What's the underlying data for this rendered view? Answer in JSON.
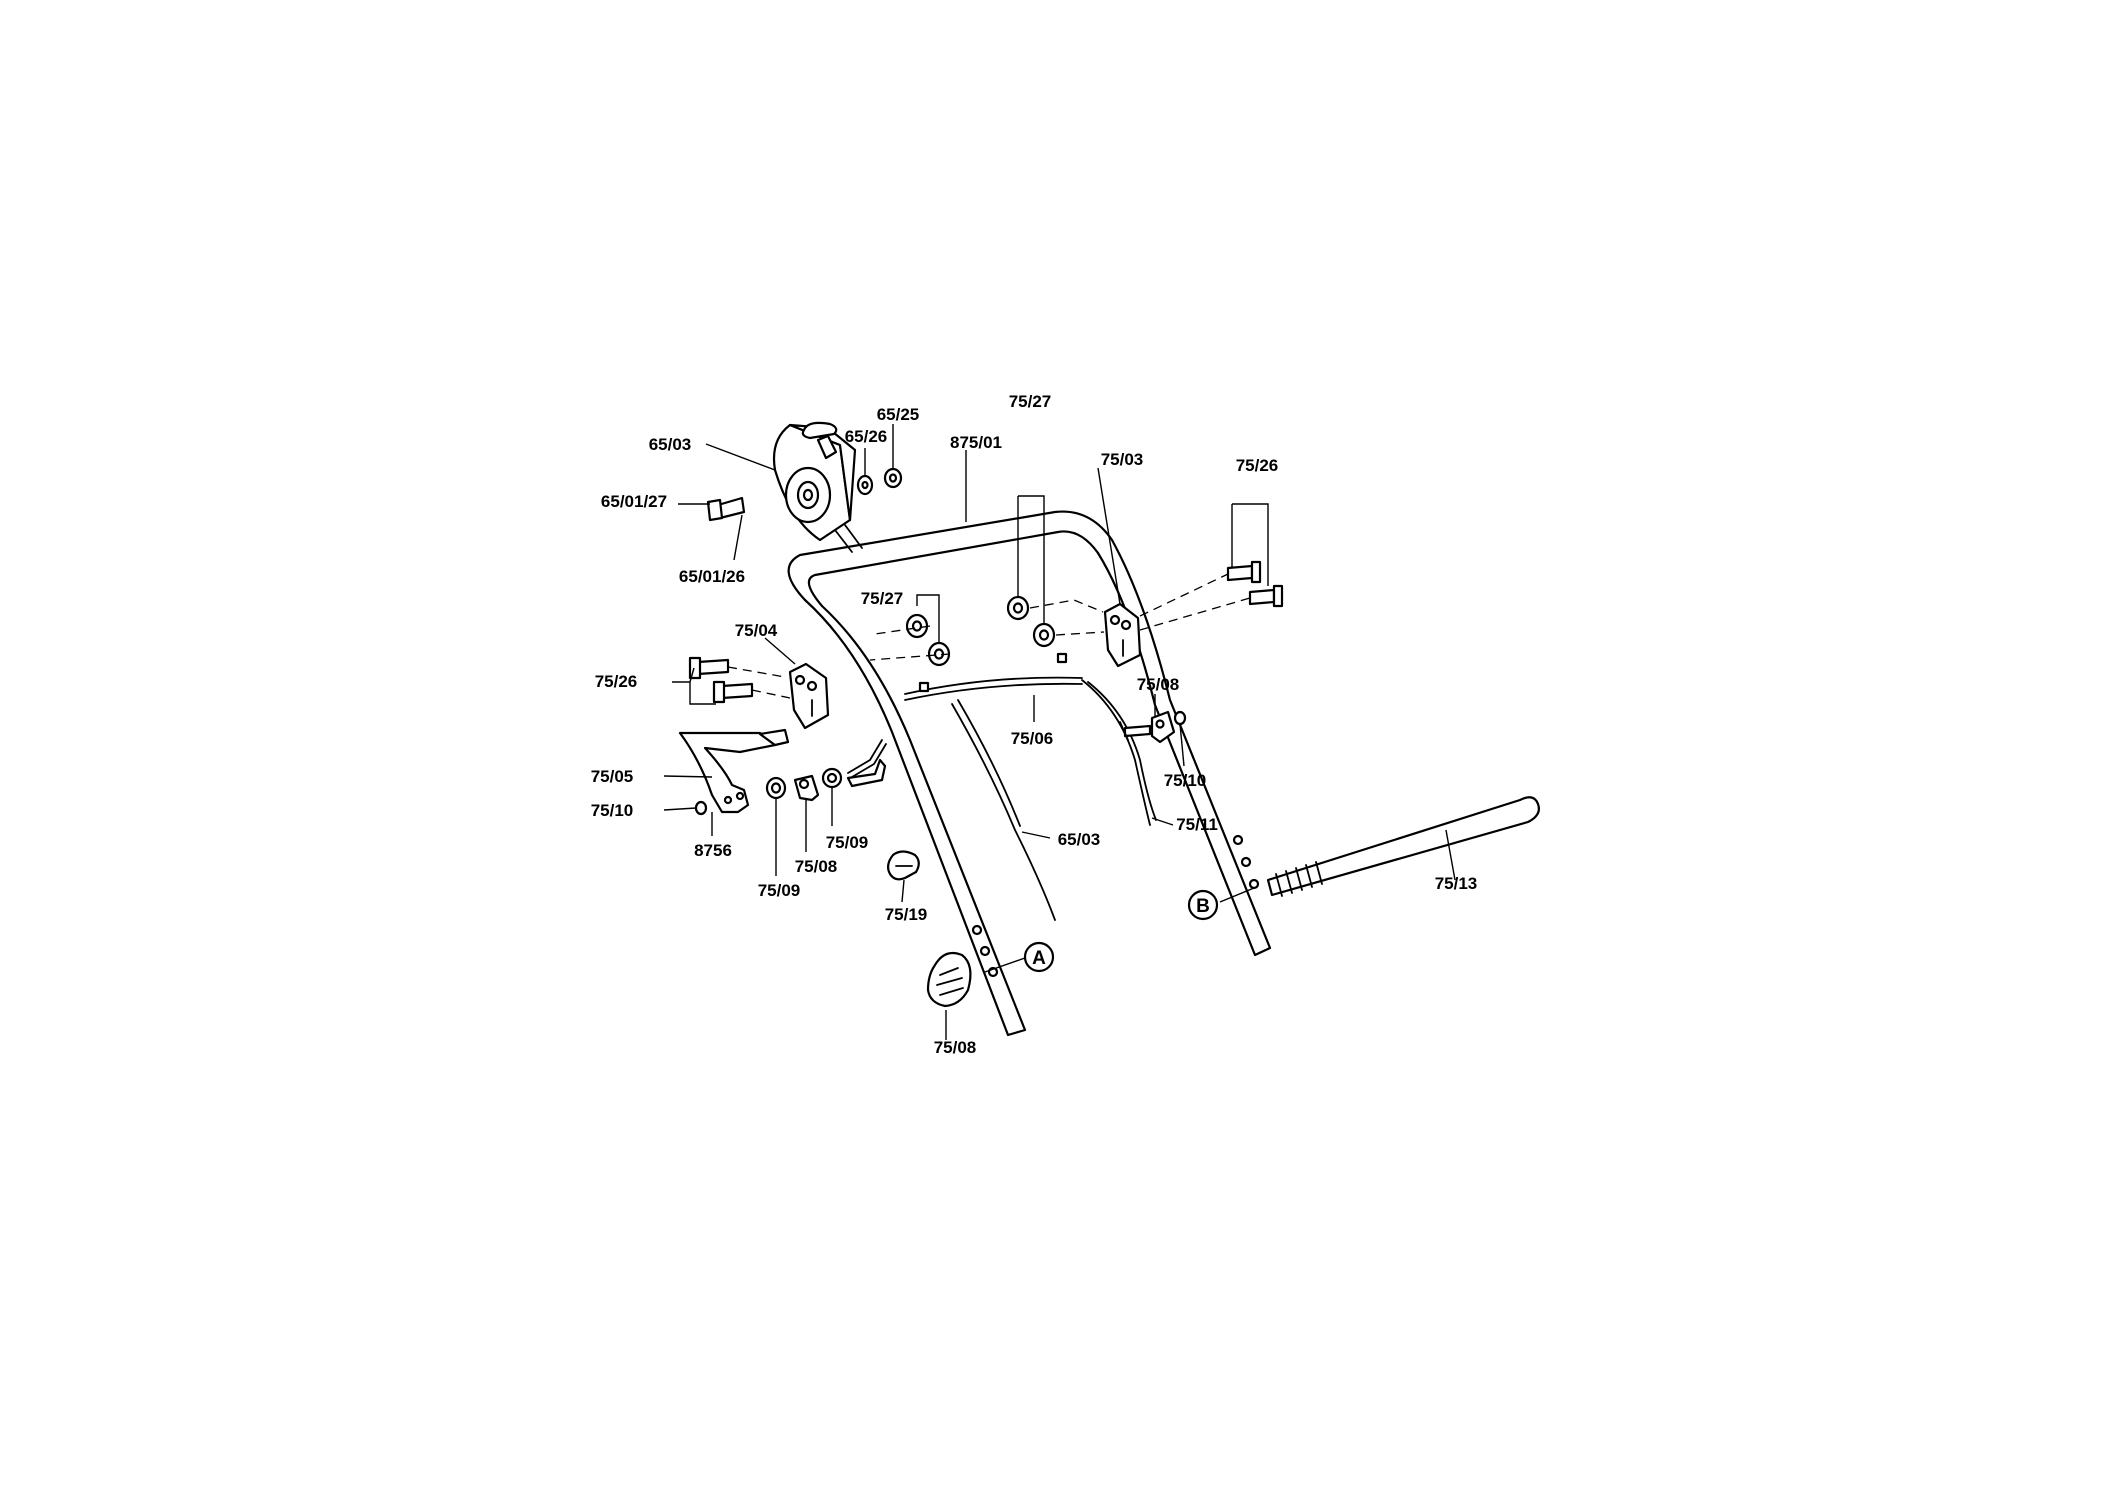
{
  "labels": {
    "l_6503_top": "65/03",
    "l_6526": "65/26",
    "l_6525": "65/25",
    "l_87501": "875/01",
    "l_7527_top": "75/27",
    "l_7503": "75/03",
    "l_7526_right": "75/26",
    "l_650127": "65/01/27",
    "l_650126": "65/01/26",
    "l_7527_mid": "75/27",
    "l_7504": "75/04",
    "l_7526_left": "75/26",
    "l_7508_right": "75/08",
    "l_7506": "75/06",
    "l_7510_right": "75/10",
    "l_7505": "75/05",
    "l_7510_left": "75/10",
    "l_8756": "8756",
    "l_7509_a": "75/09",
    "l_7508_mid": "75/08",
    "l_7509_b": "75/09",
    "l_7511": "75/11",
    "l_6503_mid": "65/03",
    "l_7513": "75/13",
    "l_7519": "75/19",
    "l_7508_bottom": "75/08",
    "callout_a": "A",
    "callout_b": "B"
  }
}
